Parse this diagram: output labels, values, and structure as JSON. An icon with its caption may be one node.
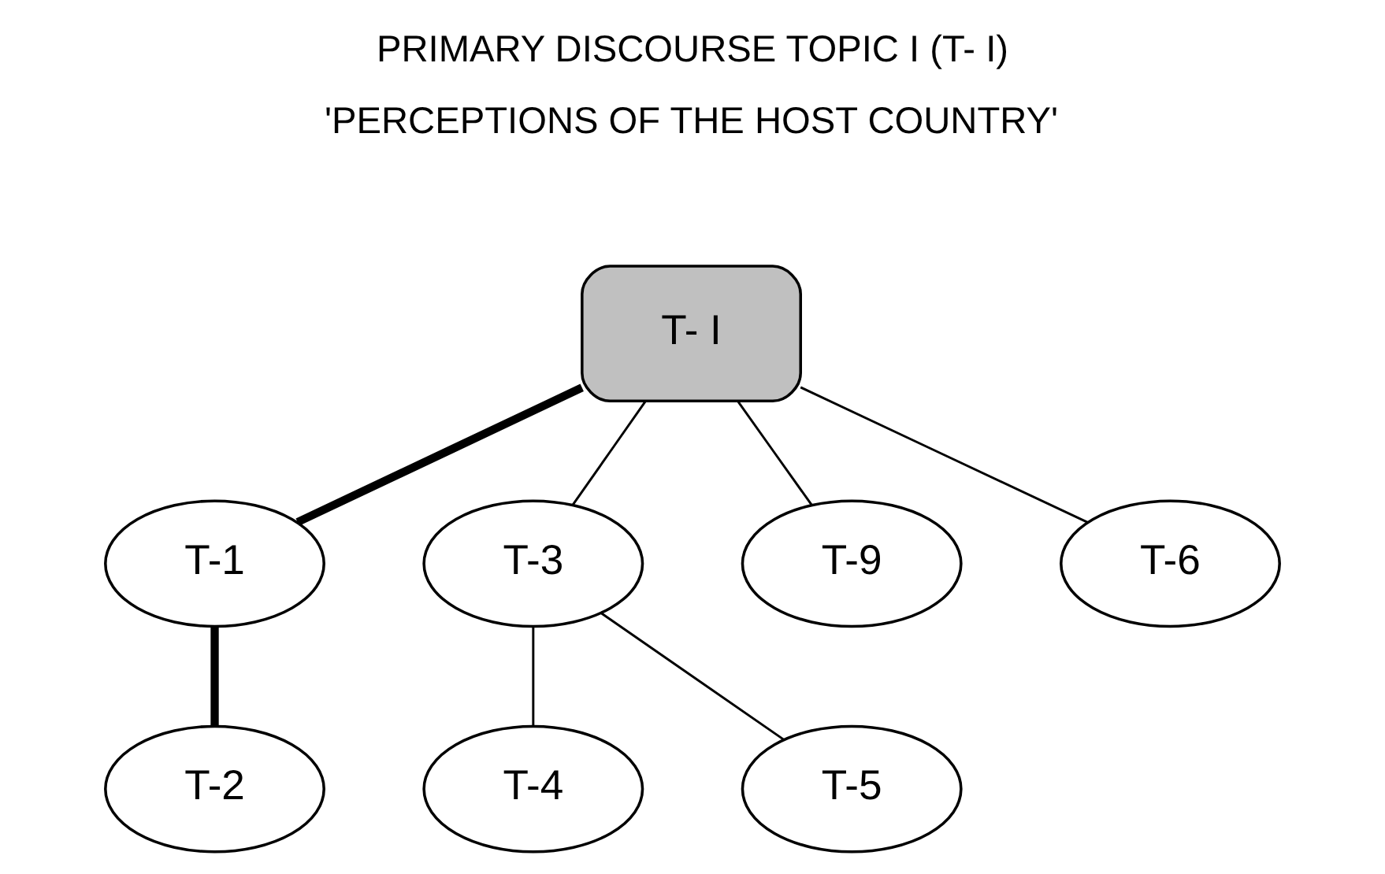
{
  "diagram": {
    "title": "PRIMARY DISCOURSE TOPIC I (T- I)",
    "nodes": [
      {
        "text": [
          "T- I"
        ]
      },
      {
        "text": [
          "T-1"
        ]
      },
      {
        "text": [
          "T-2"
        ]
      },
      {
        "text": [
          "T-3"
        ]
      },
      {
        "text": [
          "T-4"
        ]
      },
      {
        "text": [
          "T-5"
        ]
      },
      {
        "text": [
          "T-9"
        ]
      },
      {
        "text": [
          "T-6"
        ]
      }
    ],
    "edges": [
      {
        "from": 0,
        "to": 1,
        "arrow": "none",
        "style": "thick"
      },
      {
        "from": 1,
        "to": 2,
        "arrow": "none",
        "style": "thick"
      },
      {
        "from": 0,
        "to": 3,
        "arrow": "none"
      },
      {
        "from": 3,
        "to": 4,
        "arrow": "none"
      },
      {
        "from": 3,
        "to": 5,
        "arrow": "none"
      },
      {
        "from": 0,
        "to": 6,
        "arrow": "none"
      },
      {
        "from": 0,
        "to": 7,
        "arrow": "none"
      }
    ],
    "labels": [
      "'PERCEPTIONS OF THE HOST COUNTRY'"
    ]
  }
}
